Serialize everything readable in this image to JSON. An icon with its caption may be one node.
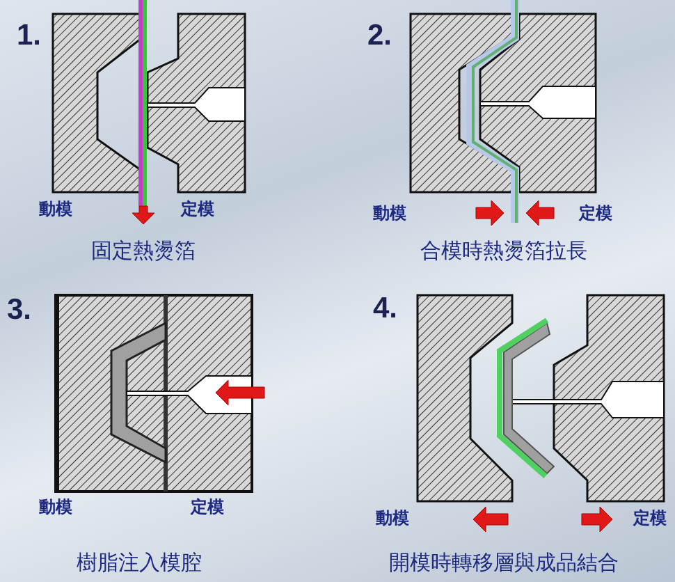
{
  "diagram": {
    "labels": [
      "1.",
      "動模",
      "定模",
      "固定熱燙箔",
      "2.",
      "動模",
      "定模",
      "合模時熱燙箔拉長",
      "3.",
      "動模",
      "定模",
      "樹脂注入模腔",
      "4.",
      "動模",
      "定模",
      "開模時轉移層與成品結合"
    ]
  }
}
